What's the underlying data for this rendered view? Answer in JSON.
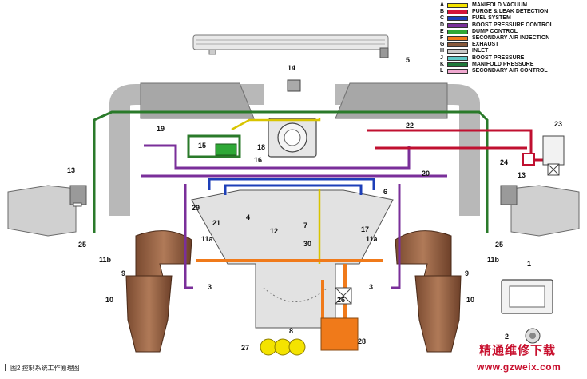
{
  "legend": [
    {
      "letter": "A",
      "label": "MANIFOLD VACUUM",
      "color": "#f4e300"
    },
    {
      "letter": "B",
      "label": "PURGE & LEAK DETECTION",
      "color": "#d4143a"
    },
    {
      "letter": "C",
      "label": "FUEL SYSTEM",
      "color": "#1d3fb8"
    },
    {
      "letter": "D",
      "label": "BOOST PRESSURE CONTROL",
      "color": "#7a2f9a"
    },
    {
      "letter": "E",
      "label": "DUMP CONTROL",
      "color": "#2ea836"
    },
    {
      "letter": "F",
      "label": "SECONDARY AIR INJECTION",
      "color": "#f07a1a"
    },
    {
      "letter": "G",
      "label": "EXHAUST",
      "color": "#8a5a3c"
    },
    {
      "letter": "H",
      "label": "INLET",
      "color": "#c8c8c8"
    },
    {
      "letter": "J",
      "label": "BOOST PRESSURE",
      "color": "#5fc8c8"
    },
    {
      "letter": "K",
      "label": "MANIFOLD PRESSURE",
      "color": "#1f7a3a"
    },
    {
      "letter": "L",
      "label": "SECONDARY AIR CONTROL",
      "color": "#f0a8d0"
    }
  ],
  "callouts": {
    "n1": "1",
    "n2": "2",
    "n3a": "3",
    "n3b": "3",
    "n4": "4",
    "n5": "5",
    "n6": "6",
    "n7": "7",
    "n8": "8",
    "n9a": "9",
    "n9b": "9",
    "n10a": "10",
    "n10b": "10",
    "n11a_l": "11a",
    "n11a_r": "11a",
    "n11b_l": "11b",
    "n11b_r": "11b",
    "n12": "12",
    "n13a": "13",
    "n13b": "13",
    "n14": "14",
    "n15": "15",
    "n16": "16",
    "n17": "17",
    "n18": "18",
    "n19": "19",
    "n20": "20",
    "n21": "21",
    "n22": "22",
    "n23": "23",
    "n24": "24",
    "n25a": "25",
    "n25b": "25",
    "n26": "26",
    "n27": "27",
    "n28": "28",
    "n29": "29",
    "n30": "30"
  },
  "caption": "图2   控制系统工作原理图",
  "watermark": {
    "name": "精通维修下载",
    "url": "www.gzweix.com"
  }
}
